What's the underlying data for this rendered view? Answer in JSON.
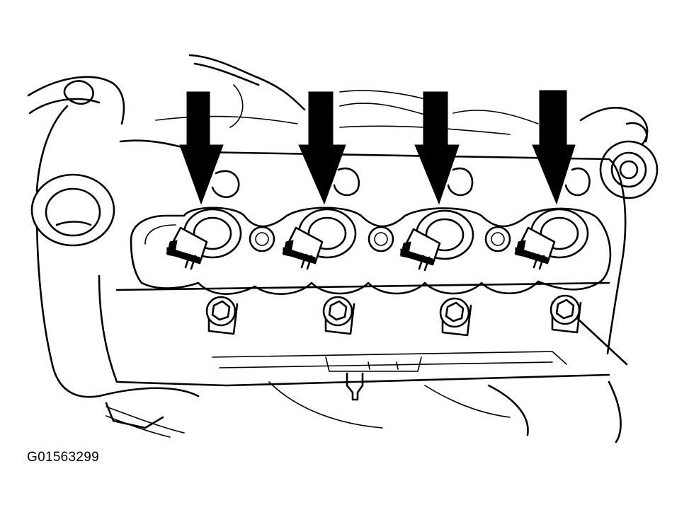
{
  "figure_id": "G01563299",
  "colors": {
    "line": "#000000",
    "background": "#ffffff"
  },
  "coils": [
    {
      "index": 1
    },
    {
      "index": 2
    },
    {
      "index": 3
    },
    {
      "index": 4
    }
  ],
  "arrows": [
    {
      "points_to": "coil",
      "index": 1
    },
    {
      "points_to": "coil",
      "index": 2
    },
    {
      "points_to": "coil",
      "index": 3
    },
    {
      "points_to": "coil",
      "index": 4
    }
  ]
}
